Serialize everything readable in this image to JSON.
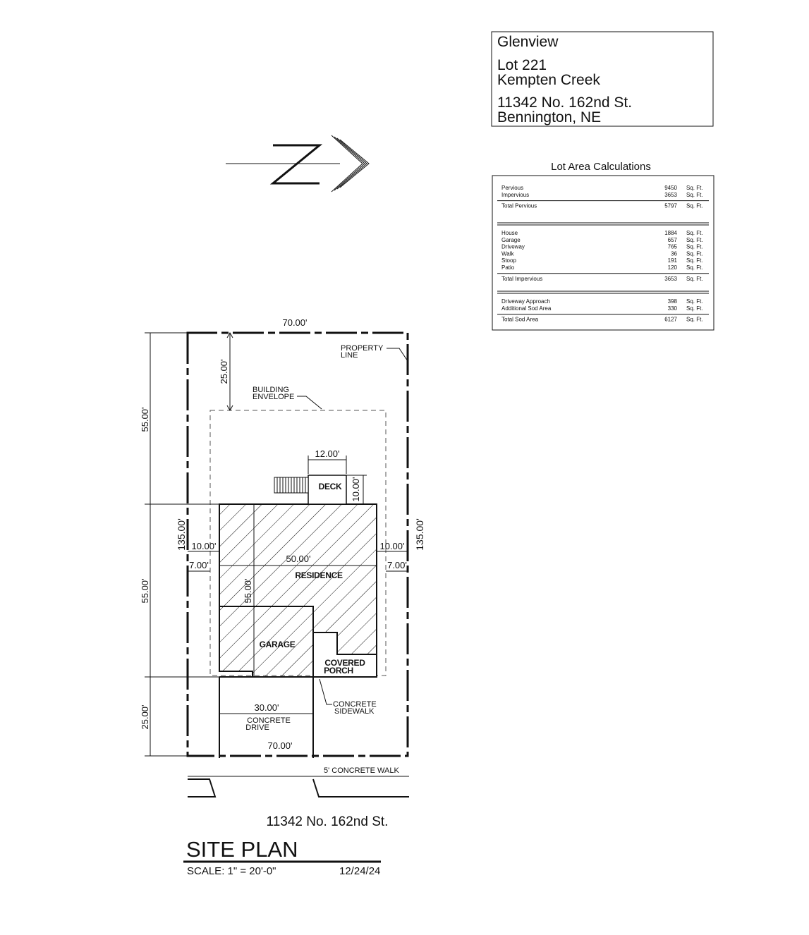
{
  "title_block": {
    "lines": [
      "Glenview",
      "Lot 221",
      "Kempten Creek",
      "11342 No. 162nd St.",
      "Bennington, NE"
    ]
  },
  "north_arrow": {
    "letter": "N",
    "icon": "north-arrow-icon"
  },
  "lot_area": {
    "title": "Lot Area Calculations",
    "groups": [
      {
        "rows": [
          {
            "label": "Pervious",
            "value": "9450",
            "unit": "Sq. Ft."
          },
          {
            "label": "Impervious",
            "value": "3653",
            "unit": "Sq. Ft."
          }
        ],
        "total": {
          "label": "Total Pervious",
          "value": "5797",
          "unit": "Sq. Ft."
        }
      },
      {
        "rows": [
          {
            "label": "House",
            "value": "1884",
            "unit": "Sq. Ft."
          },
          {
            "label": "Garage",
            "value": "657",
            "unit": "Sq. Ft."
          },
          {
            "label": "Driveway",
            "value": "765",
            "unit": "Sq. Ft."
          },
          {
            "label": "Walk",
            "value": "36",
            "unit": "Sq. Ft."
          },
          {
            "label": "Stoop",
            "value": "191",
            "unit": "Sq. Ft."
          },
          {
            "label": "Patio",
            "value": "120",
            "unit": "Sq. Ft."
          }
        ],
        "total": {
          "label": "Total Impervious",
          "value": "3653",
          "unit": "Sq. Ft."
        }
      },
      {
        "rows": [
          {
            "label": "Driveway Approach",
            "value": "398",
            "unit": "Sq. Ft."
          },
          {
            "label": "Additional Sod Area",
            "value": "330",
            "unit": "Sq. Ft."
          }
        ],
        "total": {
          "label": "Total Sod Area",
          "value": "6127",
          "unit": "Sq. Ft."
        }
      }
    ]
  },
  "plan": {
    "labels": {
      "property_line": [
        "PROPERTY",
        "LINE"
      ],
      "building_envelope": [
        "BUILDING",
        "ENVELOPE"
      ],
      "deck": "DECK",
      "residence": "RESIDENCE",
      "garage": "GARAGE",
      "covered_porch": [
        "COVERED",
        "PORCH"
      ],
      "concrete_sidewalk": [
        "CONCRETE",
        "SIDEWALK"
      ],
      "concrete_drive": [
        "CONCRETE",
        "DRIVE"
      ],
      "concrete_walk": "5' CONCRETE  WALK"
    },
    "dimensions": {
      "lot_width_top": "70.00'",
      "lot_width_bottom": "70.00'",
      "front_setback_top": "25.00'",
      "rear_setback_bottom": "25.00'",
      "left_upper": "55.00'",
      "left_middle": "55.00'",
      "lot_depth_left": "135.00'",
      "lot_depth_right": "135.00'",
      "deck_width": "12.00'",
      "deck_depth": "10.00'",
      "side_setback_left": "10.00'",
      "side_setback_right": "10.00'",
      "side_yard_left": "7.00'",
      "side_yard_right": "7.00'",
      "house_width": "50.00'",
      "house_depth": "55.00'",
      "drive_width": "30.00'"
    }
  },
  "footer": {
    "address": "11342 No. 162nd St.",
    "title": "SITE PLAN",
    "scale": "SCALE: 1\" = 20'-0\"",
    "date": "12/24/24"
  },
  "colors": {
    "ink": "#111111",
    "background": "#ffffff"
  }
}
